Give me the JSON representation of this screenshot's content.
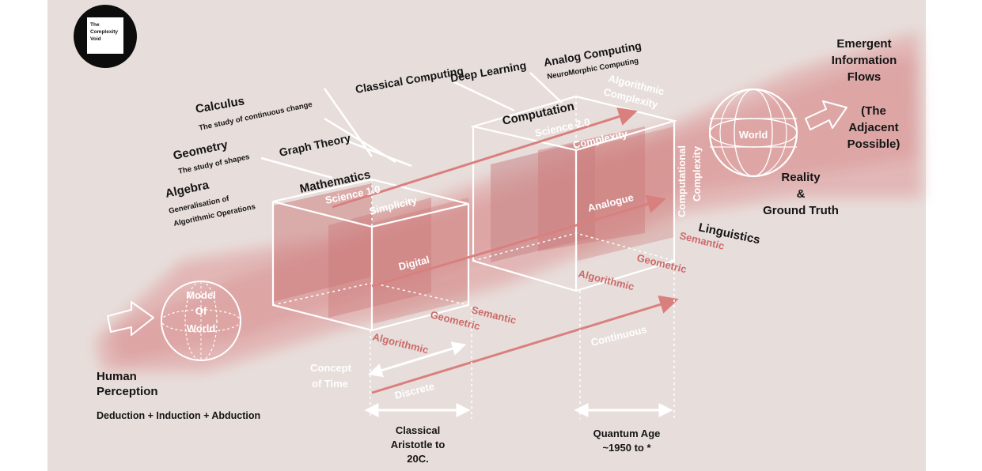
{
  "colors": {
    "canvas": "#e7dedb",
    "smear": "#dfa4a4",
    "panel": "#cc7a79",
    "arrow": "#d9807f",
    "label_red": "#cc6a69"
  },
  "logo": {
    "line1": "The",
    "line2": "Complexity",
    "line3": "Void"
  },
  "left_labels": {
    "calculus": "Calculus",
    "calculus_sub": "The study of continuous change",
    "geometry": "Geometry",
    "geometry_sub": "The study of shapes",
    "algebra": "Algebra",
    "algebra_sub1": "Generalisation of",
    "algebra_sub2": "Algorithmic Operations",
    "graph_theory": "Graph Theory",
    "mathematics": "Mathematics",
    "science_1": "Science 1.0"
  },
  "top_labels": {
    "classical_computing": "Classical Computing",
    "deep_learning": "Deep Learning",
    "analog_computing": "Analog Computing",
    "neuromorphic": "NeuroMorphic Computing"
  },
  "box1": {
    "simplicity": "Simplicity",
    "digital": "Digital",
    "semantic": "Semantic",
    "geometric": "Geometric",
    "algorithmic": "Algorithmic"
  },
  "box2": {
    "computation": "Computation",
    "science_2": "Science 2.0",
    "algorithmic_complexity_1": "Algorithmic",
    "algorithmic_complexity_2": "Complexity",
    "complexity": "Complexity",
    "computational_1": "Computational",
    "computational_2": "Complexity",
    "analogue": "Analogue",
    "semantic": "Semantic",
    "geometric": "Geometric",
    "algorithmic": "Algorithmic",
    "continuous": "Continuous"
  },
  "time": {
    "concept_1": "Concept",
    "concept_2": "of Time",
    "discrete": "Discrete",
    "classical_1": "Classical",
    "classical_2": "Aristotle to",
    "classical_3": "20C.",
    "quantum_1": "Quantum Age",
    "quantum_2": "~1950 to *"
  },
  "left_globe": {
    "line1": "Model",
    "line2": "Of",
    "line3": "World"
  },
  "human": {
    "line1": "Human",
    "line2": "Perception",
    "line3": "Deduction + Induction + Abduction"
  },
  "right": {
    "world": "World",
    "emergent_1": "Emergent",
    "emergent_2": "Information",
    "emergent_3": "Flows",
    "adjacent_1": "(The",
    "adjacent_2": "Adjacent",
    "adjacent_3": "Possible)",
    "reality_1": "Reality",
    "reality_2": "&",
    "reality_3": "Ground Truth",
    "linguistics": "Linguistics"
  }
}
